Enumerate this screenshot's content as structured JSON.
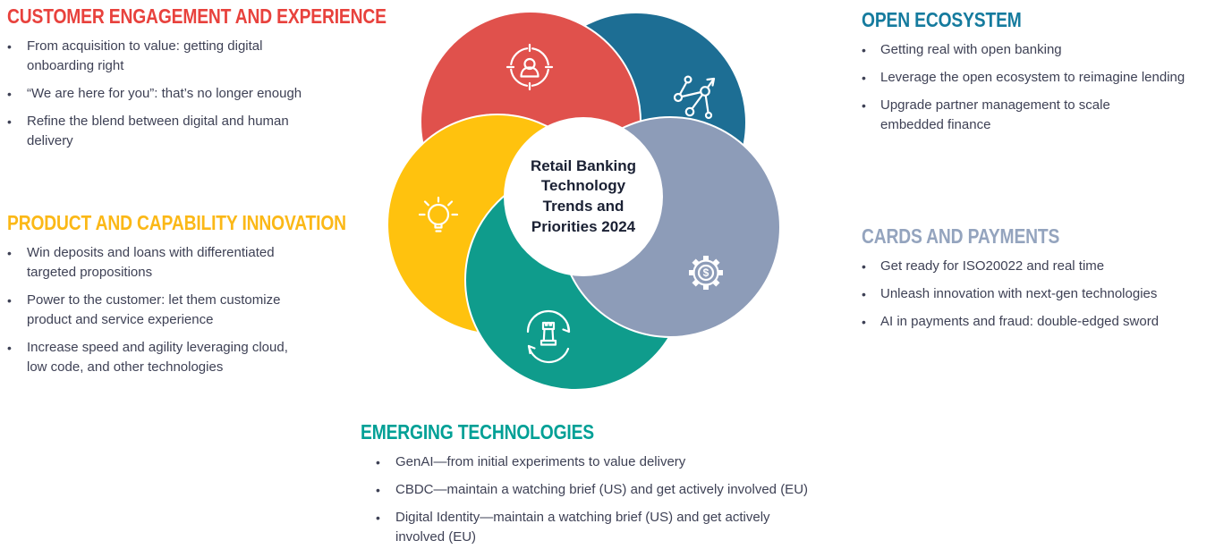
{
  "diagram": {
    "center_label": "Retail Banking\nTechnology\nTrends and\nPriorities 2024",
    "gear_symbol": "$"
  },
  "colors": {
    "red": "#e0514c",
    "blue": "#1d6e94",
    "slate": "#8d9cb8",
    "teal": "#0f9c8c",
    "yellow": "#ffc20e",
    "heading_red": "#e8423d",
    "heading_yellow": "#fbb817",
    "heading_blue": "#157b9e",
    "heading_slate": "#94a4be",
    "heading_teal": "#00a096",
    "body_text": "#3e4155",
    "center_text": "#1a2033"
  },
  "sections": {
    "customer_engagement": {
      "title": "CUSTOMER ENGAGEMENT AND EXPERIENCE",
      "bullets": [
        "From acquisition to value: getting digital\nonboarding right",
        "“We are here for you”: that’s no longer enough",
        "Refine the blend between digital and human\ndelivery"
      ]
    },
    "product_innovation": {
      "title": "PRODUCT AND CAPABILITY INNOVATION",
      "bullets": [
        "Win deposits and loans with differentiated\ntargeted propositions",
        "Power to the customer: let them customize\nproduct and service experience",
        "Increase speed and agility leveraging cloud,\nlow code, and other technologies"
      ]
    },
    "open_ecosystem": {
      "title": "OPEN ECOSYSTEM",
      "bullets": [
        "Getting real with open banking",
        "Leverage the open ecosystem to reimagine lending",
        "Upgrade partner management to scale\nembedded finance"
      ]
    },
    "cards_payments": {
      "title": "CARDS AND PAYMENTS",
      "bullets": [
        "Get ready for ISO20022 and real time",
        "Unleash innovation with next-gen technologies",
        "AI in payments and fraud: double-edged sword"
      ]
    },
    "emerging_tech": {
      "title": "EMERGING TECHNOLOGIES",
      "bullets": [
        "GenAI—from initial experiments to value delivery",
        "CBDC—maintain a watching brief (US) and get actively involved (EU)",
        "Digital Identity—maintain a watching brief (US) and get actively\ninvolved (EU)"
      ]
    }
  }
}
